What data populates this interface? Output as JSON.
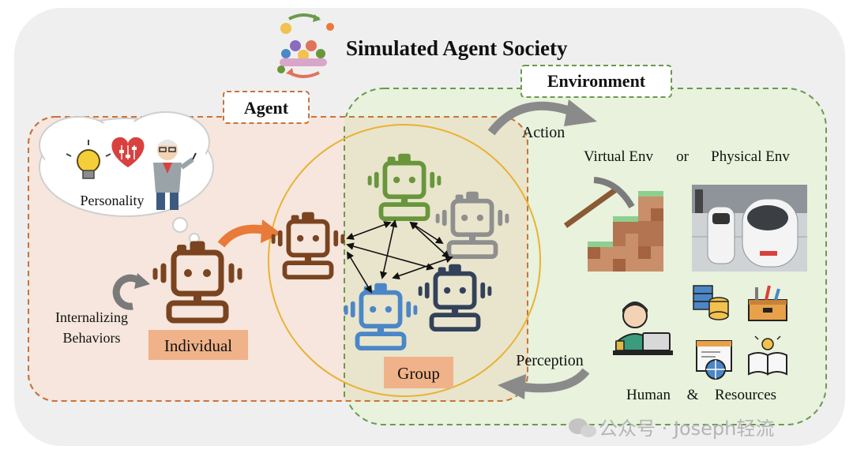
{
  "title": "Simulated Agent Society",
  "agent_box": {
    "label": "Agent",
    "personality_label": "Personality",
    "internalizing_label": [
      "Internalizing",
      "Behaviors"
    ],
    "individual_label": "Individual",
    "group_label": "Group"
  },
  "environment_box": {
    "label": "Environment",
    "action_label": "Action",
    "perception_label": "Perception",
    "env_choice": {
      "virtual": "Virtual Env",
      "or": "or",
      "physical": "Physical Env"
    },
    "human_resources": {
      "human": "Human",
      "amp": "&",
      "resources": "Resources"
    }
  },
  "watermark": "公众号 · Joseph轻流",
  "colors": {
    "outer_bg": "#efefef",
    "agent_fill": "#f6e6dd",
    "agent_border": "#c8743a",
    "env_fill": "#e8f2dc",
    "env_border": "#6a9a4e",
    "group_circle": "#e9b233",
    "label_box_fill": "#f0b288",
    "robot_brown": "#7a4420",
    "robot_green": "#69963c",
    "robot_gray": "#8f8f8f",
    "robot_blue": "#4b87c7",
    "robot_navy": "#33425a",
    "arrow_orange": "#e87a3a",
    "arrow_gray": "#8a8a8a"
  }
}
